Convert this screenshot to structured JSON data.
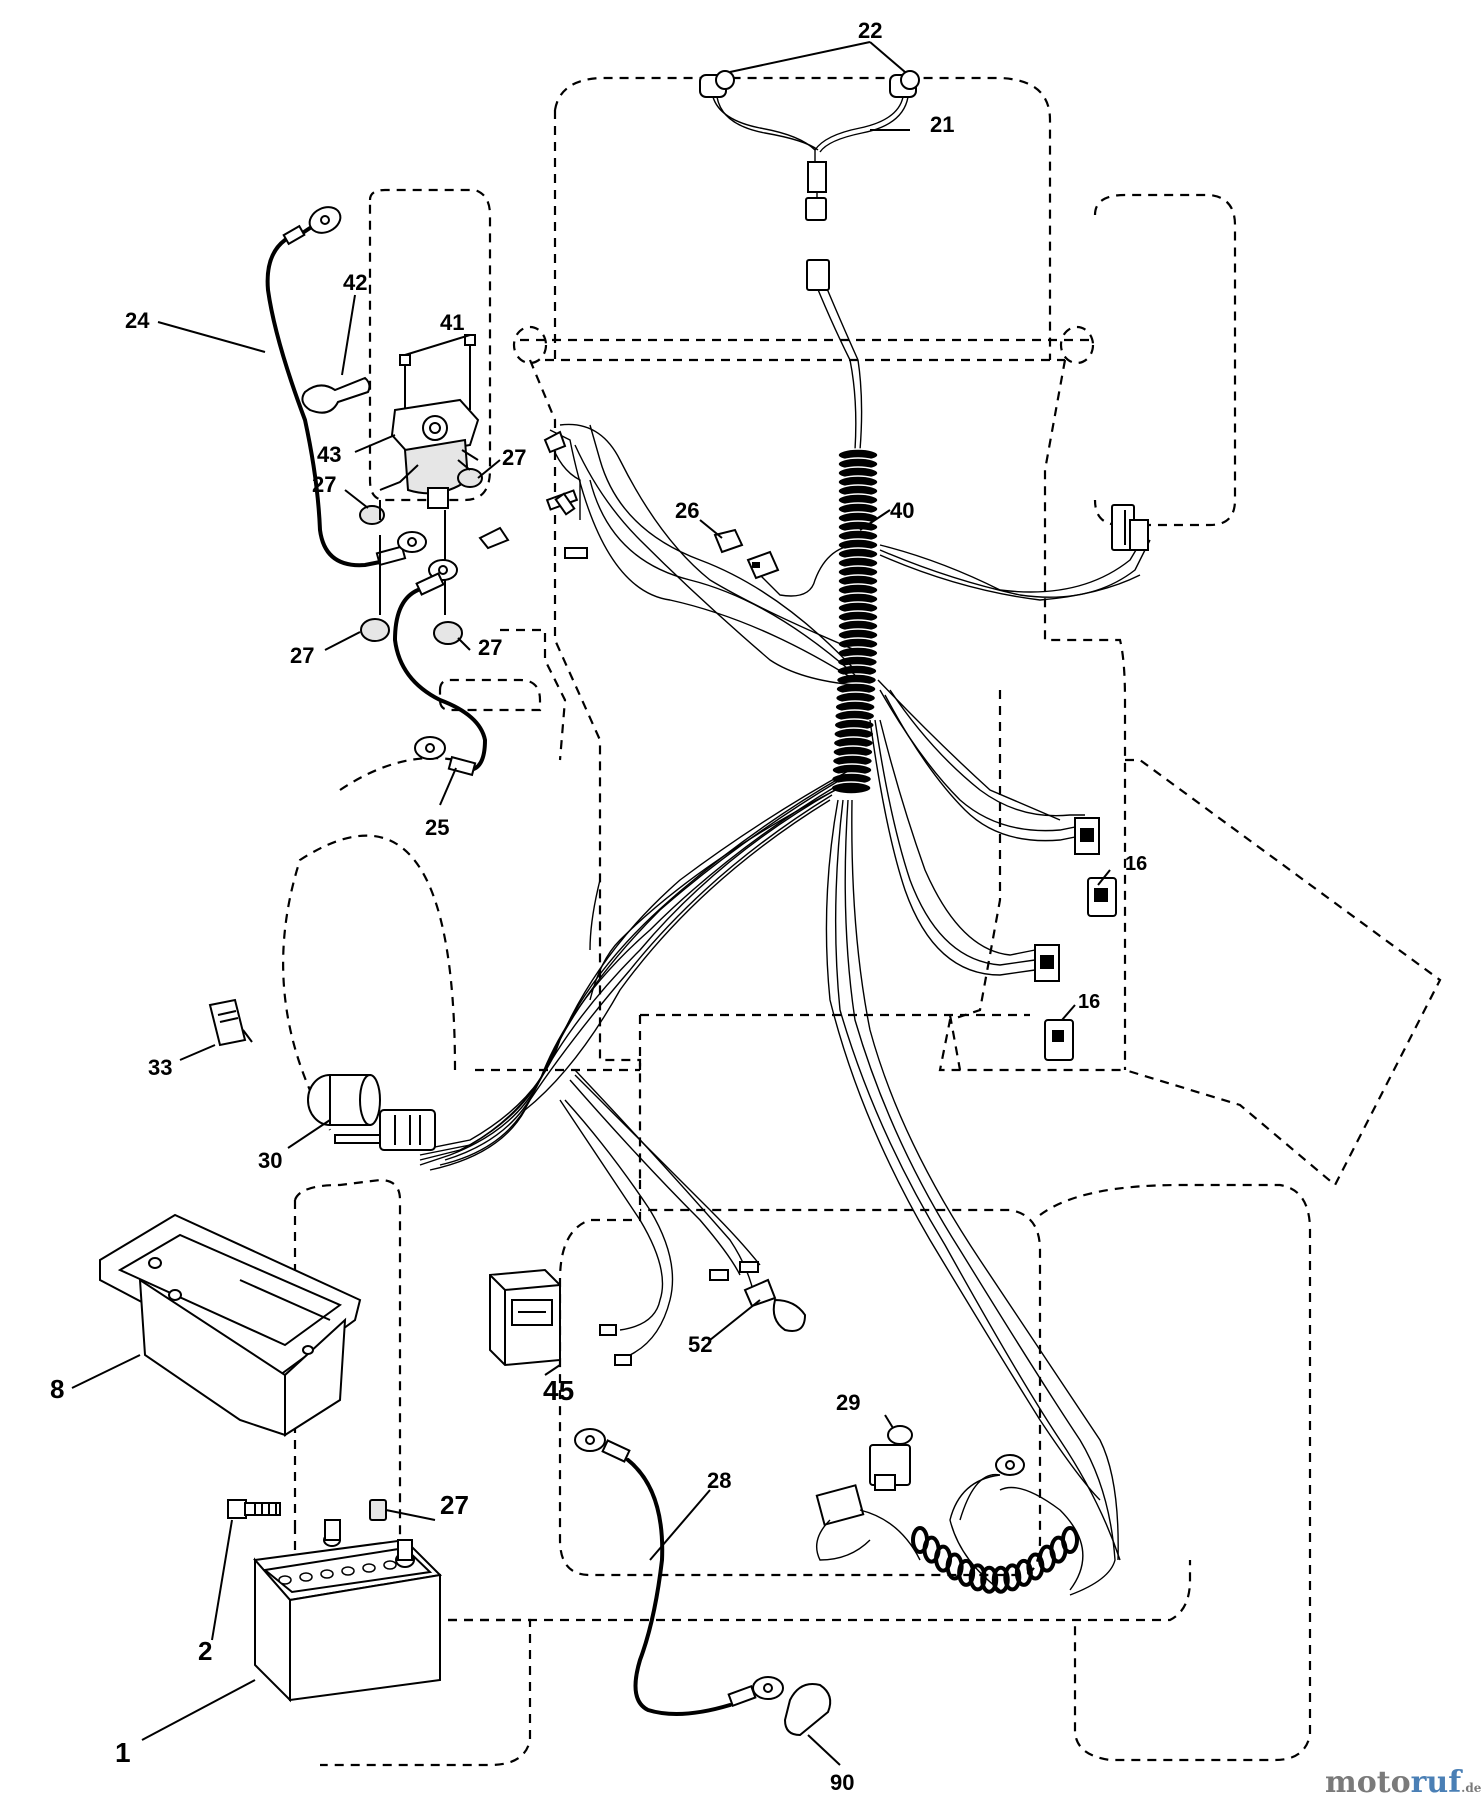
{
  "callouts": {
    "c22": "22",
    "c21": "21",
    "c24": "24",
    "c42": "42",
    "c41": "41",
    "c43": "43",
    "c27a": "27",
    "c27b": "27",
    "c27c": "27",
    "c27d": "27",
    "c27e": "27",
    "c26": "26",
    "c40": "40",
    "c25": "25",
    "c16a": "16",
    "c16b": "16",
    "c33": "33",
    "c30": "30",
    "c8": "8",
    "c45": "45",
    "c52": "52",
    "c29": "29",
    "c28": "28",
    "c2": "2",
    "c1": "1",
    "c90": "90"
  },
  "watermark": {
    "text_a": "moto",
    "text_b": "ruf",
    "suffix": ".de",
    "color_a": "#7a7a7a",
    "color_b": "#4a7fb5",
    "color_accent": "#e3a21a"
  }
}
